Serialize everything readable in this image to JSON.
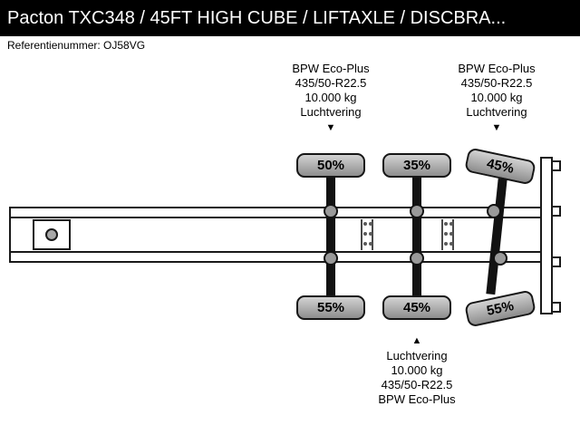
{
  "title_bar": {
    "title": "Pacton TXC348 / 45FT HIGH CUBE / LIFTAXLE / DISCBRA..."
  },
  "reference_line": "Referentienummer: OJ58VG",
  "annotations": {
    "top_left": {
      "lines": [
        "BPW Eco-Plus",
        "435/50-R22.5",
        "10.000 kg",
        "Luchtvering"
      ],
      "arrow": "▼"
    },
    "top_right": {
      "lines": [
        "BPW Eco-Plus",
        "435/50-R22.5",
        "10.000 kg",
        "Luchtvering"
      ],
      "arrow": "▼"
    },
    "bottom": {
      "lines": [
        "Luchtvering",
        "10.000 kg",
        "435/50-R22.5",
        "BPW Eco-Plus"
      ],
      "arrow": "▲"
    }
  },
  "axles": [
    {
      "id": "axle-1",
      "top_tire_percent": "50%",
      "bottom_tire_percent": "55%"
    },
    {
      "id": "axle-2",
      "top_tire_percent": "35%",
      "bottom_tire_percent": "45%"
    },
    {
      "id": "axle-3",
      "top_tire_percent": "45%",
      "bottom_tire_percent": "55%"
    }
  ],
  "colors": {
    "title_bar_bg": "#000000",
    "title_text": "#ffffff",
    "diagram_line": "#1a1a1a",
    "tire_fill": "#a8a8a8"
  }
}
